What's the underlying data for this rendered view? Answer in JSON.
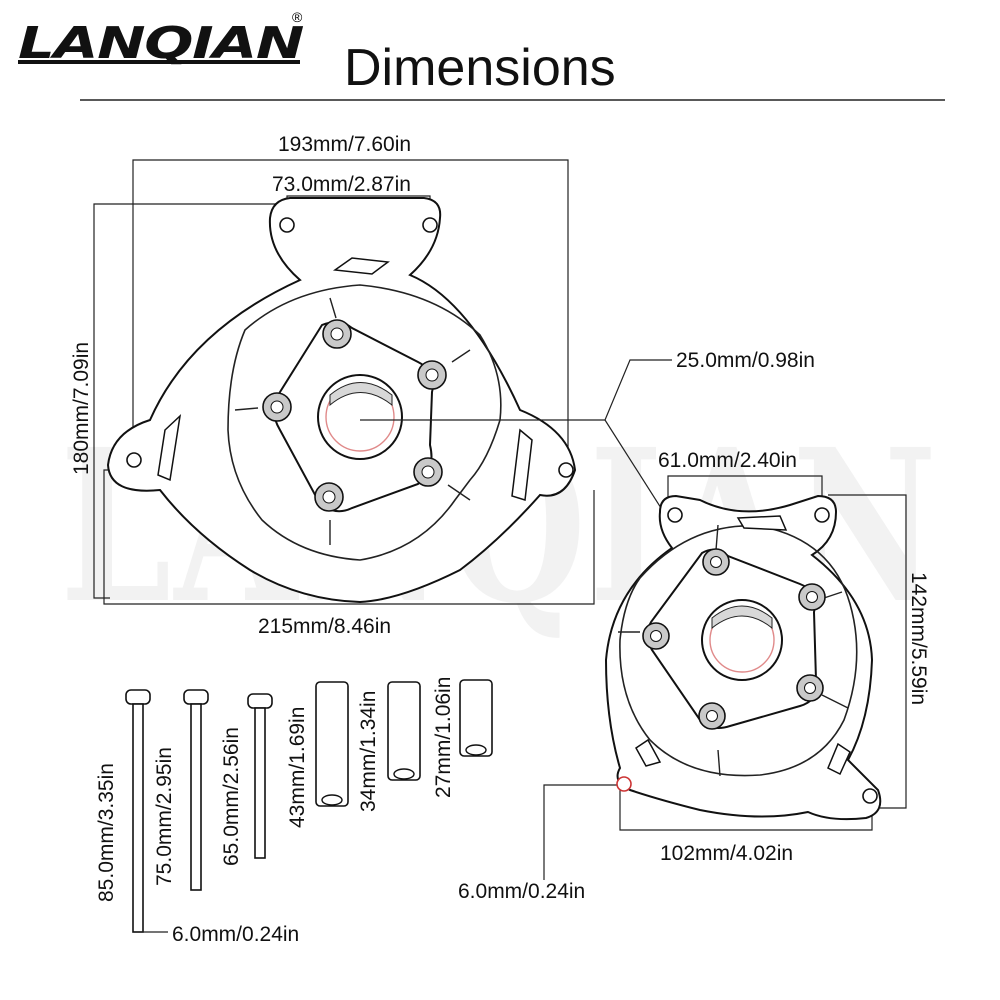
{
  "brand": {
    "logo_text": "LANQIAN",
    "registered_mark": "®",
    "watermark_text": "LANQIAN"
  },
  "header": {
    "title": "Dimensions"
  },
  "large_cover": {
    "top_width_label": "193mm/7.60in",
    "hole_span_label": "73.0mm/2.87in",
    "height_label": "180mm/7.09in",
    "base_width_label": "215mm/8.46in"
  },
  "small_cover": {
    "bore_label": "25.0mm/0.98in",
    "hole_span_label": "61.0mm/2.40in",
    "height_label": "142mm/5.59in",
    "base_width_label": "102mm/4.02in",
    "hole_diameter_label": "6.0mm/0.24in"
  },
  "bolts": [
    {
      "label": "85.0mm/3.35in"
    },
    {
      "label": "75.0mm/2.95in"
    },
    {
      "label": "65.0mm/2.56in"
    }
  ],
  "spacers": [
    {
      "label": "43mm/1.69in"
    },
    {
      "label": "34mm/1.34in"
    },
    {
      "label": "27mm/1.06in"
    }
  ],
  "bolt_diameter_label": "6.0mm/0.24in"
}
